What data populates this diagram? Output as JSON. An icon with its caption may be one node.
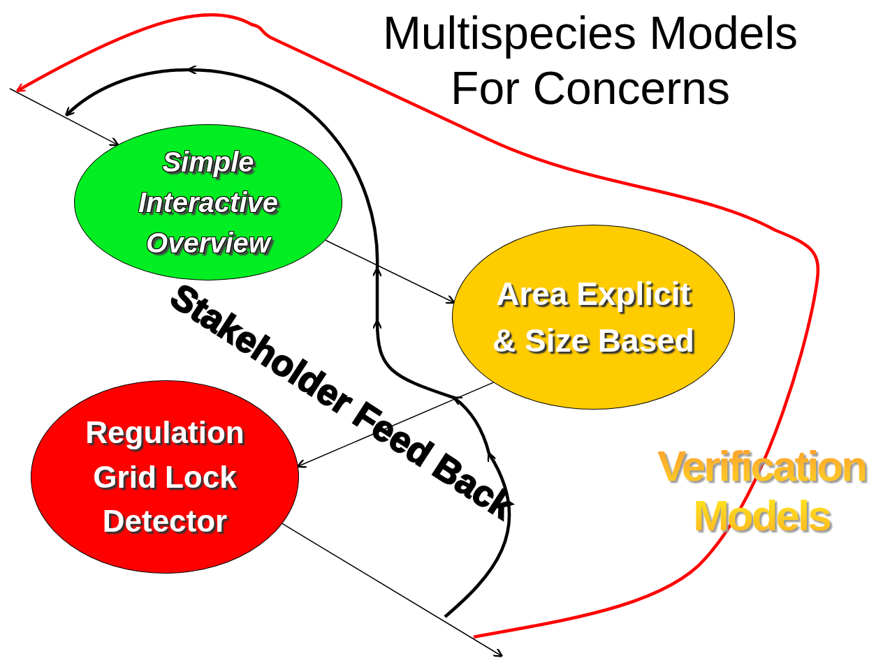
{
  "diagram": {
    "title": "Multispecies Models For Concerns",
    "nodes": [
      {
        "text": [
          "Simple Interactive Overview"
        ]
      },
      {
        "text": [
          "Area Explicit & Size Based"
        ]
      },
      {
        "text": [
          "Regulation Grid Lock Detector"
        ]
      }
    ],
    "edges": [
      {
        "from": null,
        "to": 0,
        "arrow": "to"
      },
      {
        "from": 0,
        "to": 1,
        "arrow": "to"
      },
      {
        "from": 1,
        "to": 2,
        "arrow": "to"
      },
      {
        "from": 2,
        "to": null,
        "arrow": "to"
      },
      {
        "from": null,
        "to": 0,
        "arrow": "to",
        "style": "thick"
      },
      {
        "from": null,
        "to": 0,
        "arrow": "to",
        "style": "thick",
        "color": "#ff0000"
      }
    ],
    "labels": [
      "Stakeholder Feed Back",
      "Verification Models"
    ]
  }
}
